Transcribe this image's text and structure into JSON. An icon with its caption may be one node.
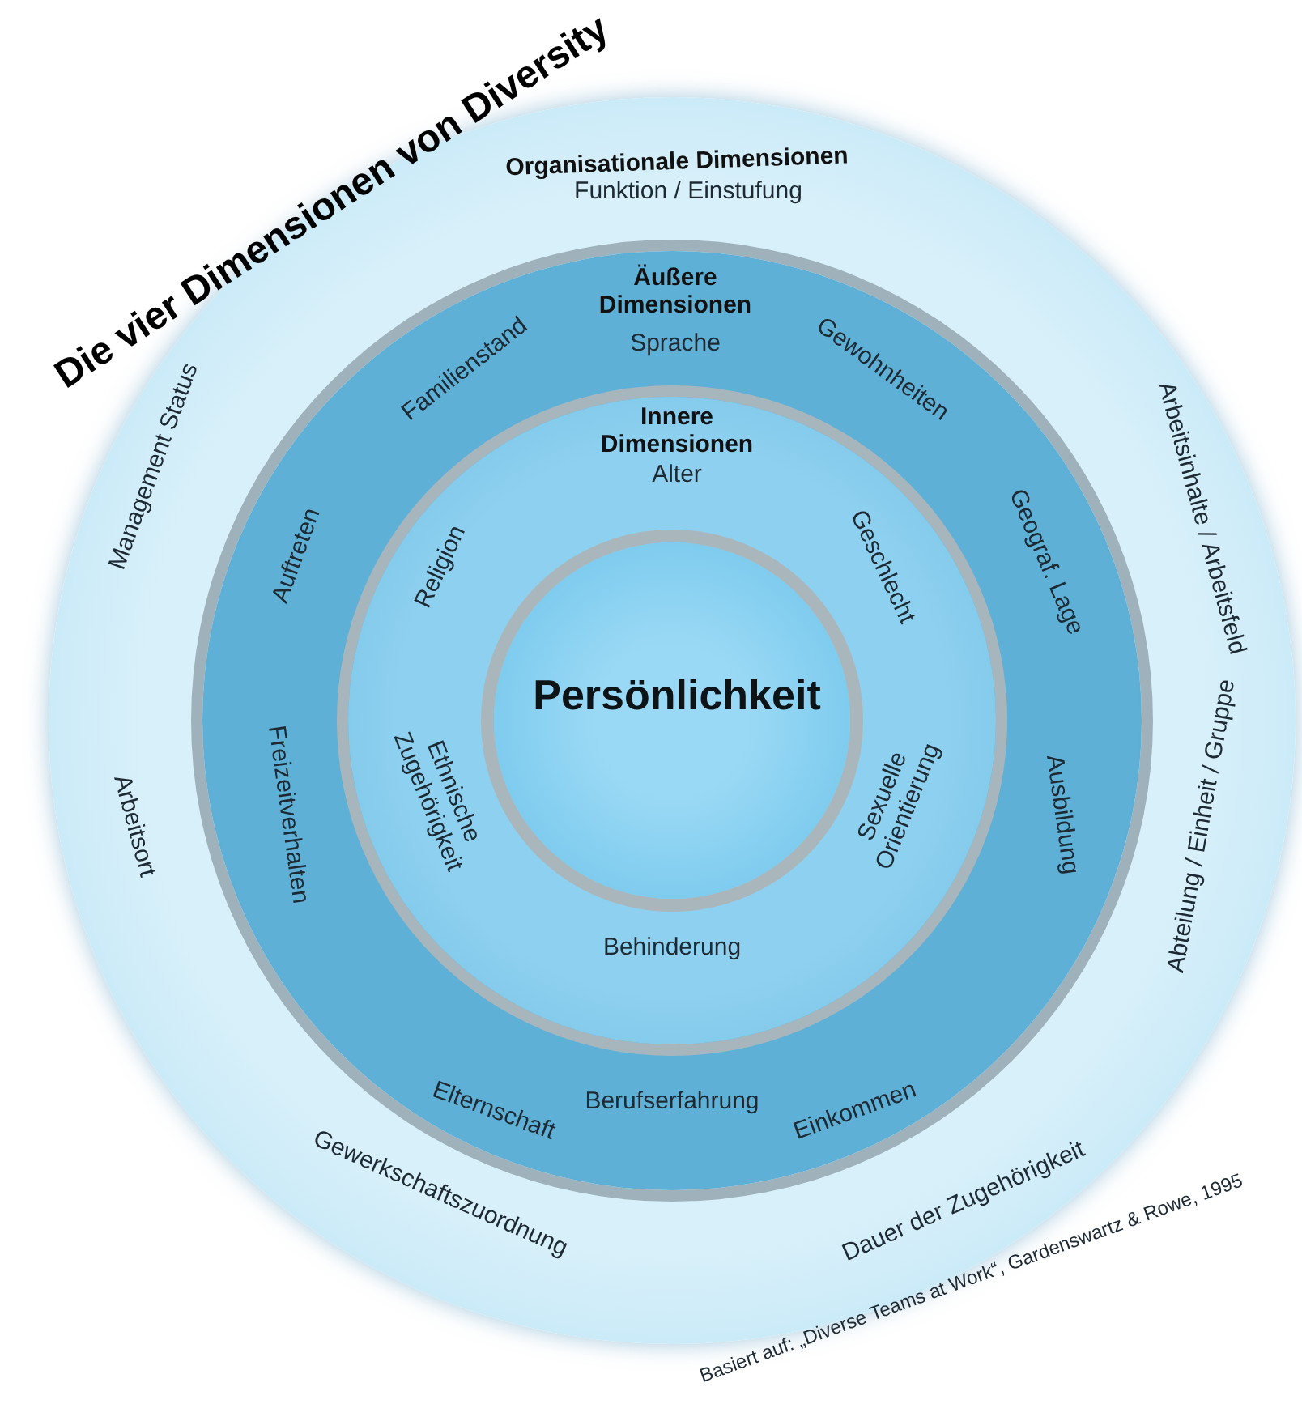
{
  "diagram": {
    "title": "Die vier Dimensionen von Diversity",
    "caption": "Basiert auf: „Diverse Teams at Work“, Gardenswartz & Rowe, 1995",
    "nodes": [
      {
        "text": [
          "Organisationale Dimensionen",
          "Funktion / Einstufung",
          "Arbeitsinhalte / Arbeitsfeld",
          "Abteilung / Einheit / Gruppe",
          "Dauer der Zugehörigkeit",
          "Gewerkschaftszuordnung",
          "Arbeitsort",
          "Management Status"
        ]
      },
      {
        "text": [
          "Äußere Dimensionen",
          "Sprache",
          "Gewohnheiten",
          "Geograf. Lage",
          "Ausbildung",
          "Einkommen",
          "Berufserfahrung",
          "Elternschaft",
          "Freizeitverhalten",
          "Auftreten",
          "Familienstand"
        ],
        "in": 0
      },
      {
        "text": [
          "Innere Dimensionen",
          "Alter",
          "Geschlecht",
          "Sexuelle Orientierung",
          "Behinderung",
          "Ethnische Zugehörigkeit",
          "Religion"
        ],
        "in": 1
      },
      {
        "text": [
          "Persönlichkeit"
        ],
        "in": 2
      }
    ]
  }
}
